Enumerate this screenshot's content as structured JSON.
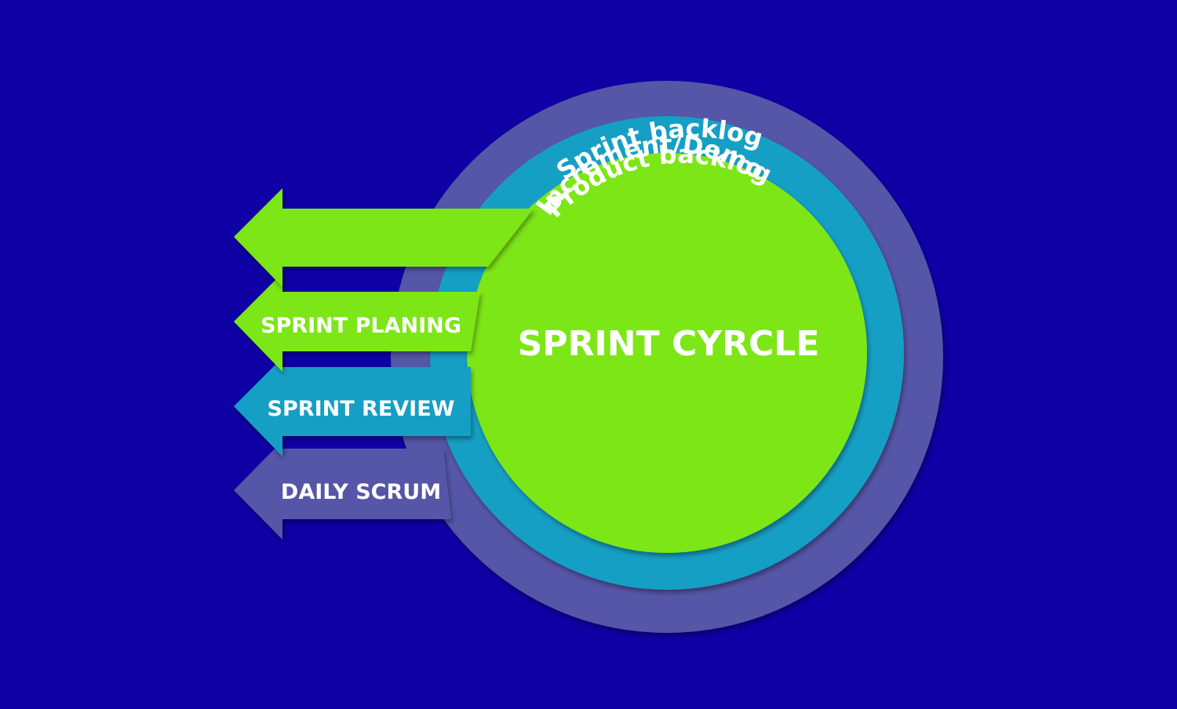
{
  "diagram": {
    "center_label": "SPRINT CYRCLE",
    "rings": [
      {
        "label": "Sprint backlog",
        "color": "#5457A8"
      },
      {
        "label": "Product backlog",
        "color": "#129FC4"
      },
      {
        "label": "Increment/Demo",
        "color": "#7DE614"
      }
    ],
    "arrows": [
      {
        "label": "",
        "color": "#7DE614"
      },
      {
        "label": "SPRINT PLANING",
        "color": "#7DE614"
      },
      {
        "label": "SPRINT REVIEW",
        "color": "#129FC4"
      },
      {
        "label": "DAILY SCRUM",
        "color": "#5457A8"
      }
    ],
    "background": "#0E00A4",
    "text_color": "#FFFFFF"
  }
}
